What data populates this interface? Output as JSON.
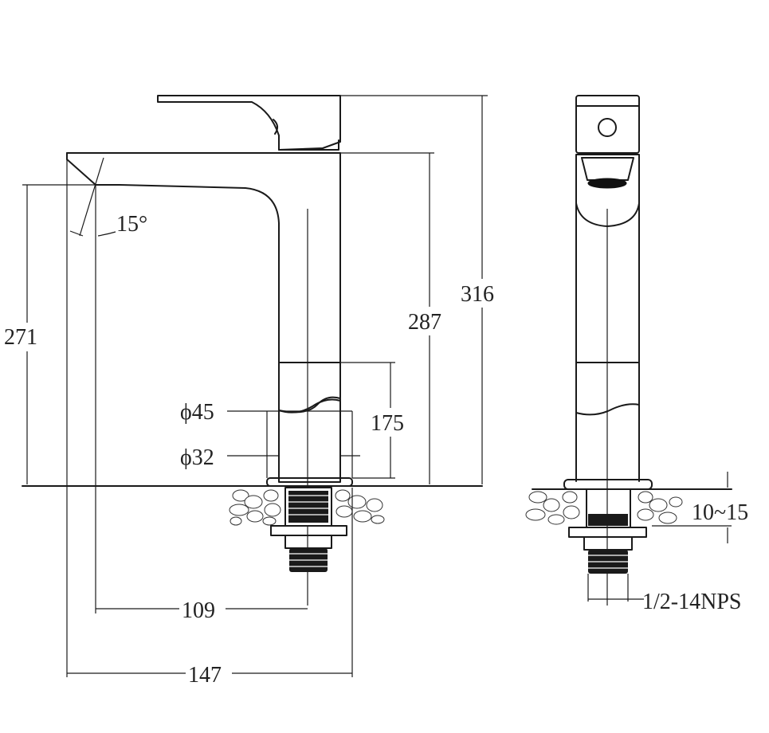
{
  "dimensions": {
    "height_total": "316",
    "height_spout_top": "287",
    "height_spout_outlet": "271",
    "height_body": "175",
    "diameter_base": "ϕ45",
    "diameter_body": "ϕ32",
    "spout_angle": "15°",
    "reach": "109",
    "width_total": "147",
    "deck_thickness": "10~15",
    "inlet_thread": "1/2-14NPS"
  }
}
